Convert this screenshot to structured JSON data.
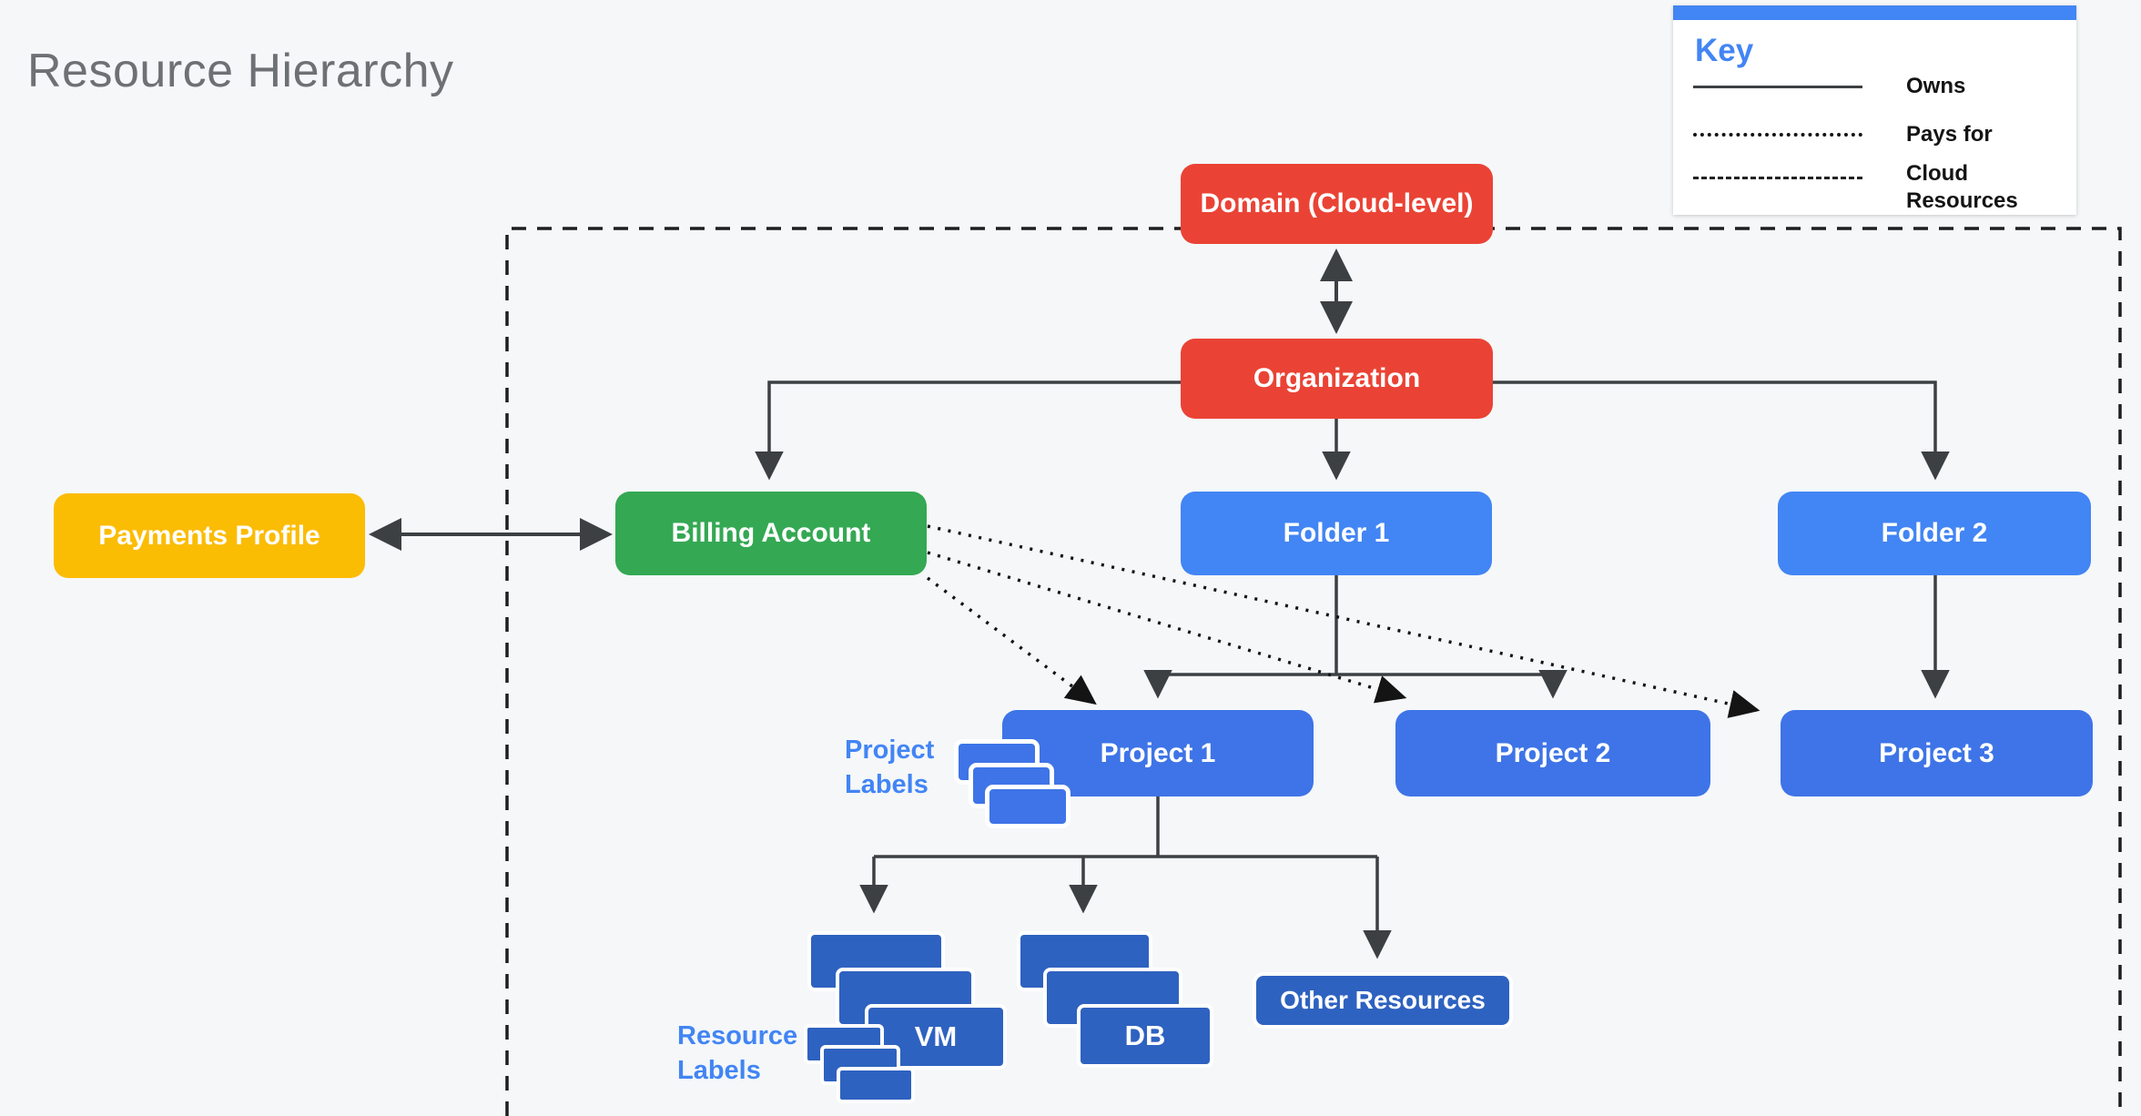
{
  "title": "Resource Hierarchy",
  "key": {
    "heading": "Key",
    "items": [
      {
        "style": "solid",
        "label": "Owns"
      },
      {
        "style": "dotted",
        "label": "Pays for"
      },
      {
        "style": "dashed",
        "label": "Cloud\nResources"
      }
    ]
  },
  "nodes": {
    "domain": {
      "label": "Domain (Cloud-level)",
      "color": "#EA4335"
    },
    "organization": {
      "label": "Organization",
      "color": "#EA4335"
    },
    "payments_profile": {
      "label": "Payments Profile",
      "color": "#FBBC04"
    },
    "billing_account": {
      "label": "Billing Account",
      "color": "#34A853"
    },
    "folder1": {
      "label": "Folder 1",
      "color": "#4285F4"
    },
    "folder2": {
      "label": "Folder 2",
      "color": "#4285F4"
    },
    "project1": {
      "label": "Project 1",
      "color": "#3E74E7"
    },
    "project2": {
      "label": "Project 2",
      "color": "#3E74E7"
    },
    "project3": {
      "label": "Project 3",
      "color": "#3E74E7"
    },
    "vm": {
      "label": "VM",
      "color": "#2E62C0"
    },
    "db": {
      "label": "DB",
      "color": "#2E62C0"
    },
    "other_resources": {
      "label": "Other Resources",
      "color": "#2E62C0"
    }
  },
  "annotations": {
    "project_labels": "Project\nLabels",
    "resource_labels": "Resource\nLabels"
  },
  "edges": [
    {
      "from": "Domain (Cloud-level)",
      "to": "Organization",
      "relation": "owns",
      "bidirectional": true
    },
    {
      "from": "Organization",
      "to": "Billing Account",
      "relation": "owns"
    },
    {
      "from": "Organization",
      "to": "Folder 1",
      "relation": "owns"
    },
    {
      "from": "Organization",
      "to": "Folder 2",
      "relation": "owns"
    },
    {
      "from": "Payments Profile",
      "to": "Billing Account",
      "relation": "owns",
      "bidirectional": true
    },
    {
      "from": "Billing Account",
      "to": "Project 1",
      "relation": "pays for"
    },
    {
      "from": "Billing Account",
      "to": "Project 2",
      "relation": "pays for"
    },
    {
      "from": "Billing Account",
      "to": "Project 3",
      "relation": "pays for"
    },
    {
      "from": "Folder 1",
      "to": "Project 1",
      "relation": "owns"
    },
    {
      "from": "Folder 1",
      "to": "Project 2",
      "relation": "owns"
    },
    {
      "from": "Folder 2",
      "to": "Project 3",
      "relation": "owns"
    },
    {
      "from": "Project 1",
      "to": "VM",
      "relation": "owns"
    },
    {
      "from": "Project 1",
      "to": "DB",
      "relation": "owns"
    },
    {
      "from": "Project 1",
      "to": "Other Resources",
      "relation": "owns"
    }
  ],
  "boundary": {
    "label_in_key": "Cloud Resources",
    "style": "dashed"
  },
  "colors": {
    "background": "#F5F7F9",
    "title_text": "#6E7174",
    "connector": "#3C4043",
    "dotted_line": "#141414",
    "dashed_boundary": "#1E1E1E",
    "accent_blue": "#4285F4",
    "red": "#EA4335",
    "green": "#34A853",
    "yellow": "#FBBC04",
    "project_blue": "#3E74E7",
    "resource_blue": "#2E62C0",
    "box_text": "#FFFFFF"
  }
}
